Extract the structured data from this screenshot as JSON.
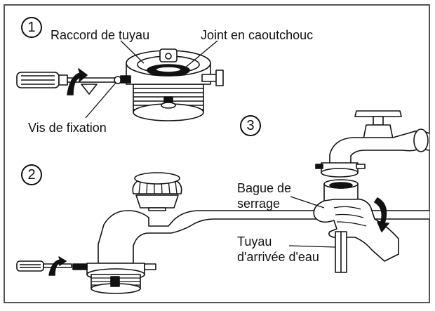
{
  "steps": {
    "one": "1",
    "two": "2",
    "three": "3"
  },
  "labels": {
    "hose_connector": "Raccord de tuyau",
    "rubber_seal": "Joint en caoutchouc",
    "fixing_screw": "Vis de fixation",
    "clamping_ring_line1": "Bague de",
    "clamping_ring_line2": "serrage",
    "inlet_hose_line1": "Tuyau",
    "inlet_hose_line2": "d'arrivée d'eau"
  }
}
